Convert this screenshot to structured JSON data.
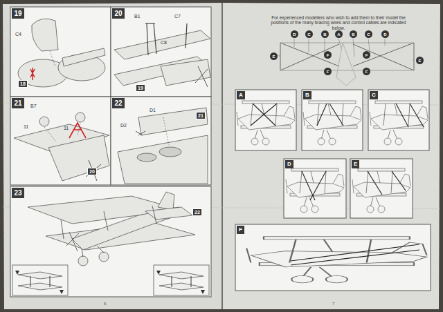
{
  "diagram": {
    "nodes": [
      {
        "text": [
          "19"
        ]
      },
      {
        "text": [
          "18"
        ]
      },
      {
        "text": [
          "20"
        ]
      },
      {
        "text": [
          "19"
        ]
      },
      {
        "text": [
          "21"
        ]
      },
      {
        "text": [
          "20"
        ]
      },
      {
        "text": [
          "22"
        ]
      },
      {
        "text": [
          "21"
        ]
      },
      {
        "text": [
          "23"
        ]
      },
      {
        "text": [
          "22"
        ]
      },
      {
        "text": [
          "D"
        ]
      },
      {
        "text": [
          "C"
        ]
      },
      {
        "text": [
          "B"
        ]
      },
      {
        "text": [
          "A"
        ]
      },
      {
        "text": [
          "B"
        ]
      },
      {
        "text": [
          "C"
        ]
      },
      {
        "text": [
          "D"
        ]
      },
      {
        "text": [
          "E"
        ]
      },
      {
        "text": [
          "E"
        ]
      },
      {
        "text": [
          "F"
        ]
      },
      {
        "text": [
          "F"
        ]
      },
      {
        "text": [
          "F"
        ]
      },
      {
        "text": [
          "F"
        ]
      },
      {
        "text": [
          "A"
        ]
      },
      {
        "text": [
          "B"
        ]
      },
      {
        "text": [
          "C"
        ]
      },
      {
        "text": [
          "D"
        ]
      },
      {
        "text": [
          "E"
        ]
      },
      {
        "text": [
          "F"
        ]
      }
    ],
    "labels": [
      "C4",
      "B1",
      "C7",
      "C8",
      "B7",
      "11",
      "11",
      "D1",
      "D2",
      "6",
      "For experienced modellers who wish to add them to their model the positions of the many bracing wires and control cables are indicated below.",
      "7"
    ]
  }
}
